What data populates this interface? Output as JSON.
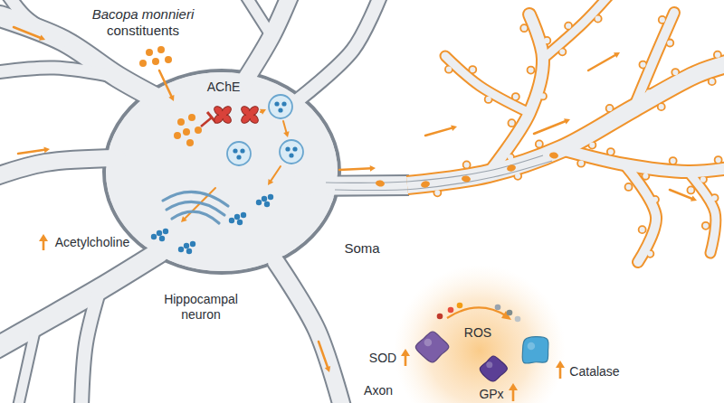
{
  "diagram": {
    "labels": [
      "Bacopa monnieri",
      "constituents",
      "AChE",
      "Acetylcholine",
      "Hippocampal neuron",
      "Soma",
      "ROS",
      "SOD",
      "Catalase",
      "GPx",
      "Axon"
    ]
  }
}
